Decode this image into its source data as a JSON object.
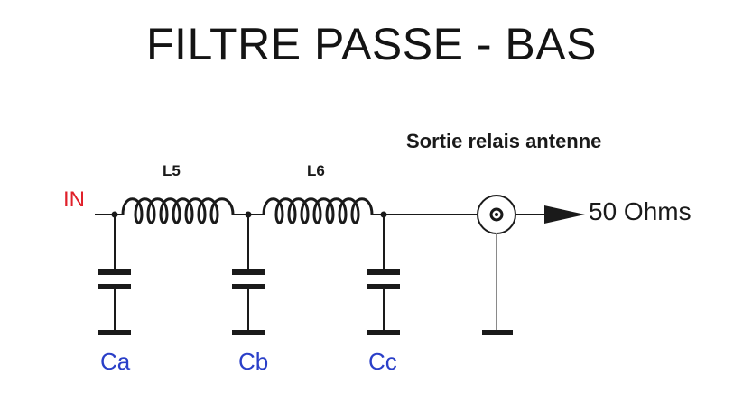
{
  "title": "FILTRE PASSE - BAS",
  "labels": {
    "input": "IN",
    "inductor1": "L5",
    "inductor2": "L6",
    "output_heading": "Sortie  relais antenne",
    "impedance": "50 Ohms",
    "cap_a": "Ca",
    "cap_b": "Cb",
    "cap_c": "Cc"
  },
  "colors": {
    "input_label": "#e0202a",
    "cap_labels": "#2a3fc8",
    "wire": "#1a1a1a",
    "ground_line": "#8a8a8a"
  }
}
